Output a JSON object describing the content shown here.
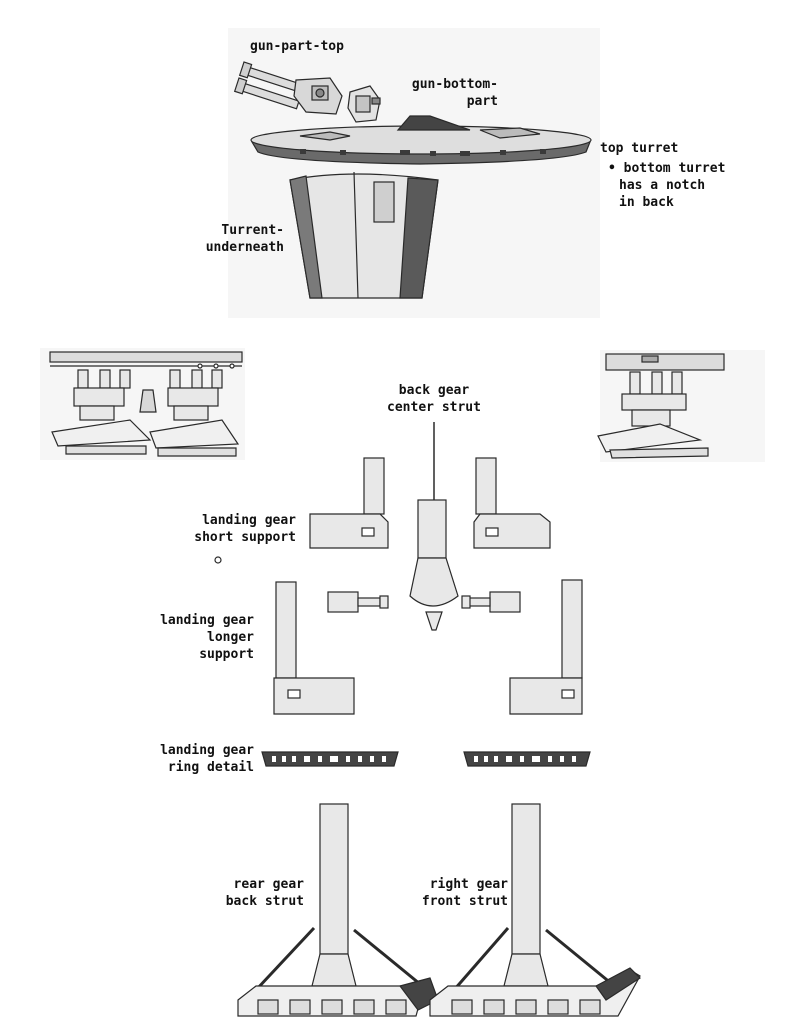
{
  "labels": {
    "gun_part_top": "gun-part-top",
    "gun_bottom_part": [
      "gun-bottom-",
      "part"
    ],
    "top_turret": "top turret",
    "turret_note": [
      "• bottom turret",
      "has a notch",
      "in back"
    ],
    "turrent_underneath": [
      "Turrent-",
      "underneath"
    ],
    "back_gear_center_strut": [
      "back gear",
      "center strut"
    ],
    "landing_gear_short_support": [
      "landing gear",
      "short support"
    ],
    "landing_gear_longer_support": [
      "landing gear",
      "longer",
      "support"
    ],
    "landing_gear_ring_detail": [
      "landing gear",
      "ring detail"
    ],
    "rear_gear_back_strut": [
      "rear gear",
      "back strut"
    ],
    "right_gear_front_strut": [
      "right gear",
      "front strut"
    ]
  },
  "colors": {
    "outline": "#2a2a2a",
    "part_fill": "#e8e8e8",
    "dark_fill": "#555555",
    "panel": "#f5f5f5"
  }
}
